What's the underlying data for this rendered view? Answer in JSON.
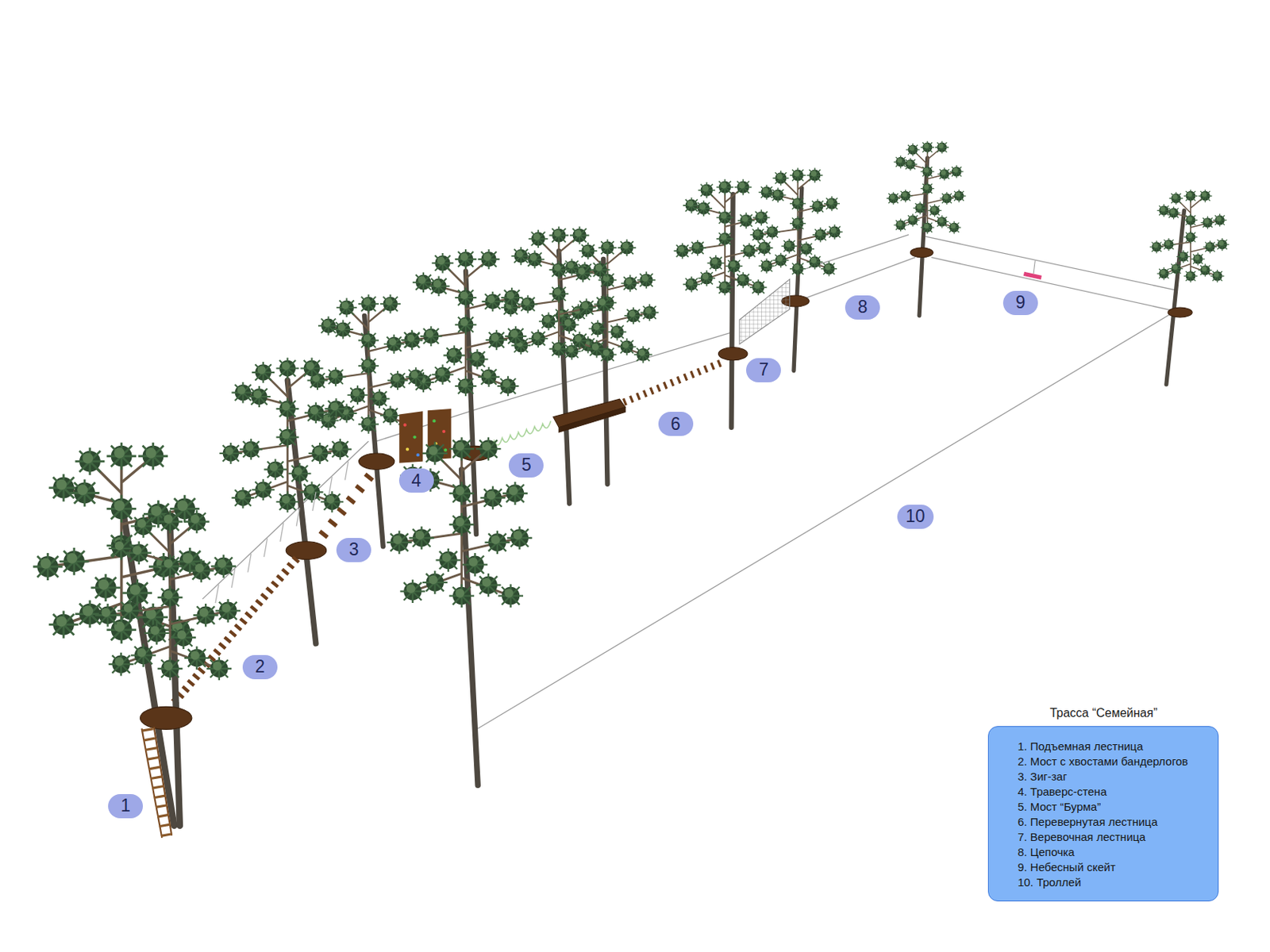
{
  "diagram": {
    "nodes": [
      {
        "text": [
          "1"
        ]
      },
      {
        "text": [
          "2"
        ]
      },
      {
        "text": [
          "3"
        ]
      },
      {
        "text": [
          "4"
        ]
      },
      {
        "text": [
          "5"
        ]
      },
      {
        "text": [
          "6"
        ]
      },
      {
        "text": [
          "7"
        ]
      },
      {
        "text": [
          "8"
        ]
      },
      {
        "text": [
          "9"
        ]
      },
      {
        "text": [
          "10"
        ]
      },
      {
        "text": [
          "Трасса “Семейная”",
          "1. Подъемная лестница",
          "2. Мост с хвостами бандерлогов",
          "3. Зиг-заг",
          "4. Траверс-стена",
          "5. Мост “Бурма”",
          "6. Перевернутая лестница",
          "7. Веревочная лестница",
          "8. Цепочка",
          "9. Небесный скейт",
          "10. Троллей"
        ]
      }
    ]
  }
}
